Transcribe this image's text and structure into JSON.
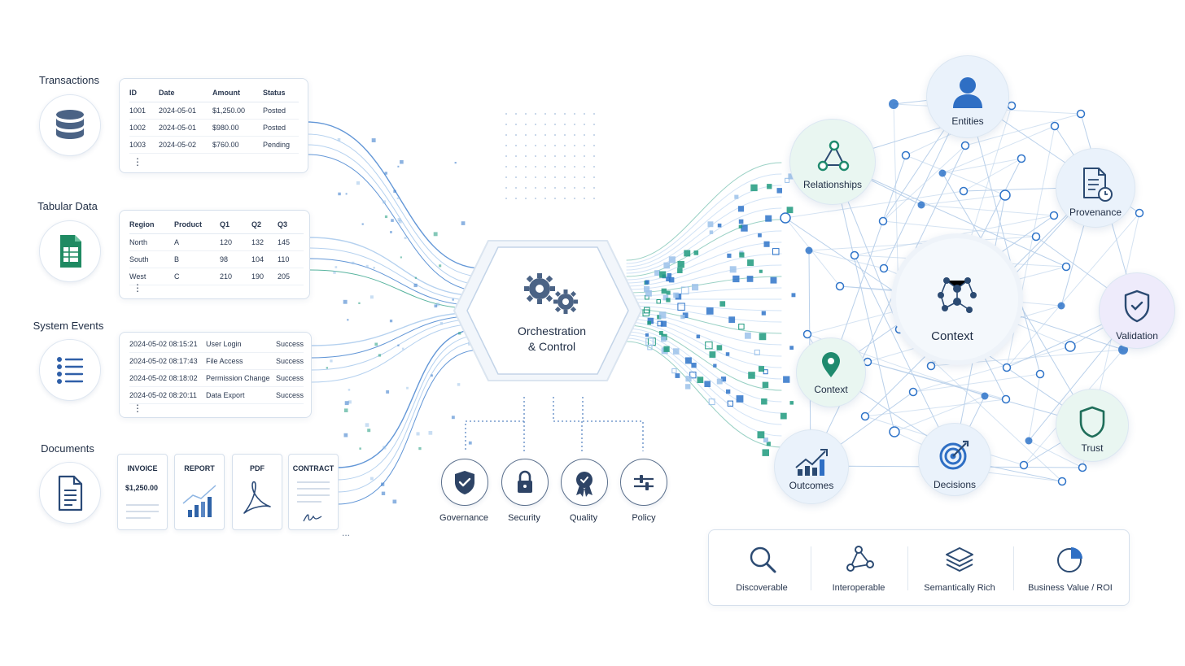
{
  "colors": {
    "navy": "#2b4a72",
    "blue": "#2f74c9",
    "teal": "#1f9a7e",
    "light_blue": "#9cc2ea",
    "green_light": "#e6f6f1",
    "blue_light": "#e8f1fb",
    "purple_light": "#ece9fb"
  },
  "sources": {
    "transactions": {
      "title": "Transactions",
      "icon": "database-icon",
      "headers": [
        "ID",
        "Date",
        "Amount",
        "Status"
      ],
      "rows": [
        [
          "1001",
          "2024-05-01",
          "$1,250.00",
          "Posted"
        ],
        [
          "1002",
          "2024-05-01",
          "$980.00",
          "Posted"
        ],
        [
          "1003",
          "2024-05-02",
          "$760.00",
          "Pending"
        ]
      ],
      "more": "⋮"
    },
    "tabular": {
      "title": "Tabular Data",
      "icon": "spreadsheet-icon",
      "headers": [
        "Region",
        "Product",
        "Q1",
        "Q2",
        "Q3"
      ],
      "rows": [
        [
          "North",
          "A",
          "120",
          "132",
          "145"
        ],
        [
          "South",
          "B",
          "98",
          "104",
          "110"
        ],
        [
          "West",
          "C",
          "210",
          "190",
          "205"
        ]
      ],
      "more": "⋮"
    },
    "events": {
      "title": "System Events",
      "icon": "list-icon",
      "rows": [
        [
          "2024-05-02 08:15:21",
          "User Login",
          "Success"
        ],
        [
          "2024-05-02 08:17:43",
          "File Access",
          "Success"
        ],
        [
          "2024-05-02 08:18:02",
          "Permission Change",
          "Success"
        ],
        [
          "2024-05-02 08:20:11",
          "Data Export",
          "Success"
        ]
      ],
      "more": "⋮"
    },
    "documents": {
      "title": "Documents",
      "icon": "document-icon",
      "docs": [
        {
          "title": "INVOICE",
          "value": "$1,250.00"
        },
        {
          "title": "REPORT"
        },
        {
          "title": "PDF"
        },
        {
          "title": "CONTRACT"
        }
      ],
      "more": "..."
    }
  },
  "hub": {
    "line1": "Orchestration",
    "line2": "& Control",
    "icon": "gears-icon"
  },
  "governance": [
    {
      "label": "Governance",
      "icon": "shield-check-icon"
    },
    {
      "label": "Security",
      "icon": "lock-icon"
    },
    {
      "label": "Quality",
      "icon": "award-icon"
    },
    {
      "label": "Policy",
      "icon": "sliders-icon"
    }
  ],
  "graph": {
    "center": {
      "label": "Context",
      "icon": "network-icon"
    },
    "nodes": [
      {
        "label": "Entities",
        "icon": "user-icon"
      },
      {
        "label": "Relationships",
        "icon": "triangle-graph-icon"
      },
      {
        "label": "Provenance",
        "icon": "document-clock-icon"
      },
      {
        "label": "Validation",
        "icon": "shield-check-icon"
      },
      {
        "label": "Context",
        "icon": "location-pin-icon"
      },
      {
        "label": "Trust",
        "icon": "shield-icon"
      },
      {
        "label": "Outcomes",
        "icon": "bar-chart-icon"
      },
      {
        "label": "Decisions",
        "icon": "target-icon"
      }
    ]
  },
  "benefits": [
    {
      "label": "Discoverable",
      "icon": "magnifier-icon"
    },
    {
      "label": "Interoperable",
      "icon": "nodes-icon"
    },
    {
      "label": "Semantically Rich",
      "icon": "layers-icon"
    },
    {
      "label": "Business Value / ROI",
      "icon": "pie-chart-icon"
    }
  ]
}
